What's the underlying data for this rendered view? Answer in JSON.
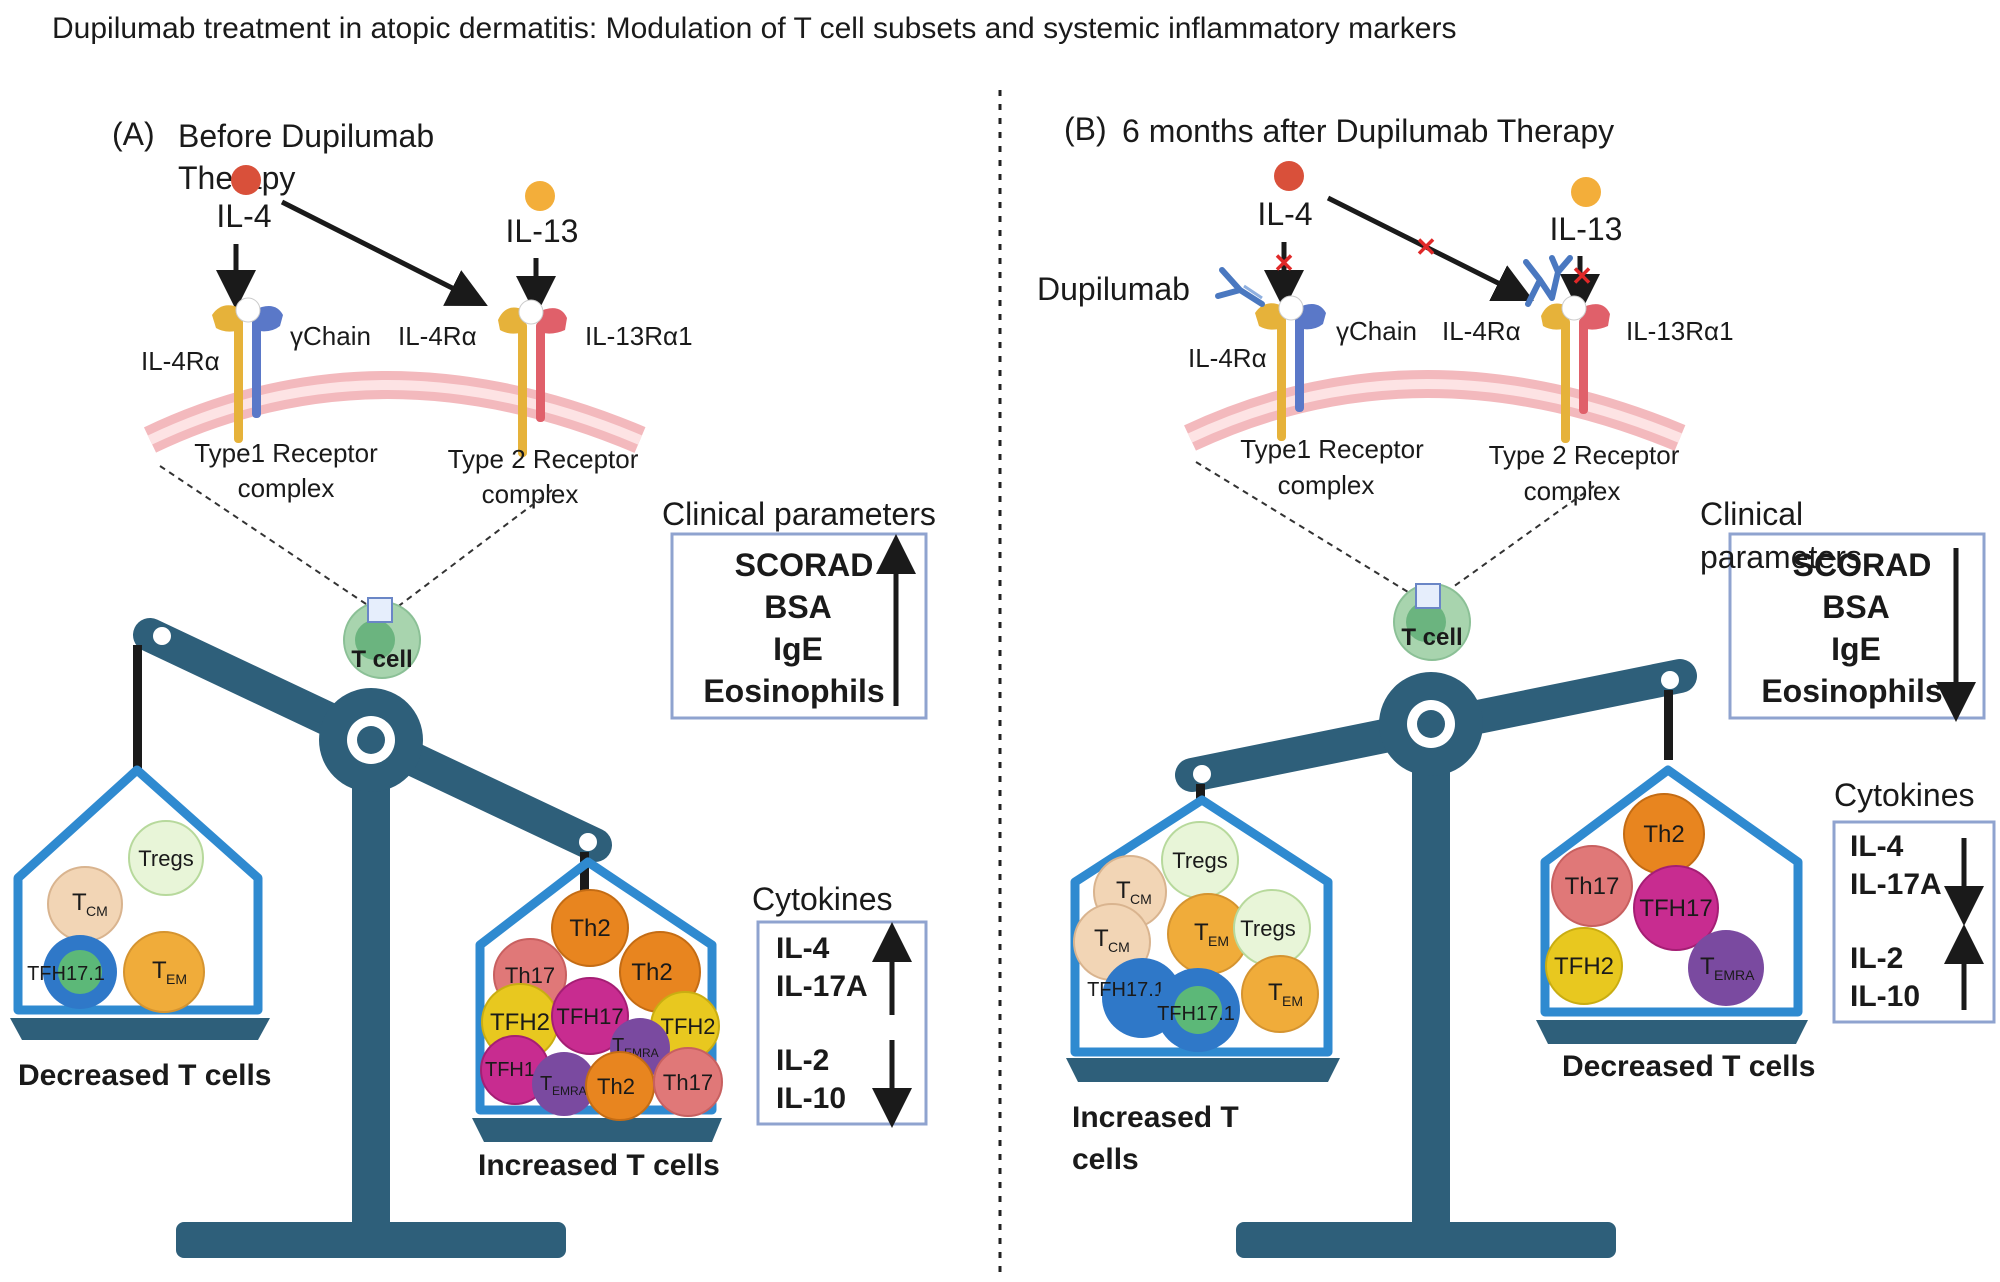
{
  "title": "Dupilumab treatment in atopic dermatitis: Modulation of T cell subsets and systemic inflammatory markers",
  "colors": {
    "beam": "#2e5f7a",
    "basket": "#2f8ad0",
    "membrane": "#f3b9bd",
    "il4": "#d9503a",
    "il13": "#f3ae3a",
    "receptor_yellow": "#e6b23a",
    "receptor_blue": "#5a78c8",
    "receptor_red": "#e0606a",
    "box_border": "#8fa3cf",
    "dupilumab": "#4a78c0",
    "blocked": "#e02828"
  },
  "panel_a": {
    "label": "(A)",
    "heading_line1": "Before Dupilumab",
    "heading_line2": "Therapy",
    "il4": "IL-4",
    "il13": "IL-13",
    "il4ra_left": "IL-4Rα",
    "gamma_chain": "γChain",
    "il4ra_right": "IL-4Rα",
    "il13ra1": "IL-13Rα1",
    "type1_line1": "Type1 Receptor",
    "type1_line2": "complex",
    "type2_line1": "Type 2 Receptor",
    "type2_line2": "complex",
    "tcell": "T cell",
    "clinical_title": "Clinical parameters",
    "clinical": [
      "SCORAD",
      "BSA",
      "IgE",
      "Eosinophils"
    ],
    "clinical_direction": "up",
    "cytokines_title": "Cytokines",
    "cytokines_up": [
      "IL-4",
      "IL-17A"
    ],
    "cytokines_down": [
      "IL-2",
      "IL-10"
    ],
    "left_basket_caption": "Decreased T cells",
    "right_basket_caption": "Increased T cells",
    "left_cells": [
      "Tregs",
      "TCM",
      "TFH17.1",
      "TEM"
    ],
    "right_cells": [
      "Th2",
      "Th2",
      "Th17",
      "TFH2",
      "TFH17",
      "TFH2",
      "TEMRA",
      "TFH1",
      "TEMRA",
      "Th2",
      "Th17"
    ]
  },
  "panel_b": {
    "label": "(B)",
    "heading": "6 months after Dupilumab Therapy",
    "il4": "IL-4",
    "il13": "IL-13",
    "dupilumab": "Dupilumab",
    "il4ra_left": "IL-4Rα",
    "gamma_chain": "γChain",
    "il4ra_right": "IL-4Rα",
    "il13ra1": "IL-13Rα1",
    "type1_line1": "Type1 Receptor",
    "type1_line2": "complex",
    "type2_line1": "Type 2 Receptor",
    "type2_line2": "complex",
    "tcell": "T cell",
    "clinical_title_line1": "Clinical",
    "clinical_title_line2": "parameters",
    "clinical": [
      "SCORAD",
      "BSA",
      "IgE",
      "Eosinophils"
    ],
    "clinical_direction": "down",
    "cytokines_title": "Cytokines",
    "cytokines_down": [
      "IL-4",
      "IL-17A"
    ],
    "cytokines_up": [
      "IL-2",
      "IL-10"
    ],
    "left_basket_caption_line1": "Increased T",
    "left_basket_caption_line2": "cells",
    "right_basket_caption": "Decreased T cells",
    "left_cells": [
      "Tregs",
      "TCM",
      "TCM",
      "TEM",
      "Tregs",
      "TFH17.1",
      "TFH17.1",
      "TEM"
    ],
    "right_cells": [
      "Th2",
      "Th17",
      "TFH17",
      "TFH2",
      "TEMRA"
    ]
  },
  "cell_labels": {
    "TCM_main": "T",
    "TCM_sub": "CM",
    "TEM_main": "T",
    "TEM_sub": "EM",
    "TEMRA_main": "T",
    "TEMRA_sub": "EMRA"
  }
}
